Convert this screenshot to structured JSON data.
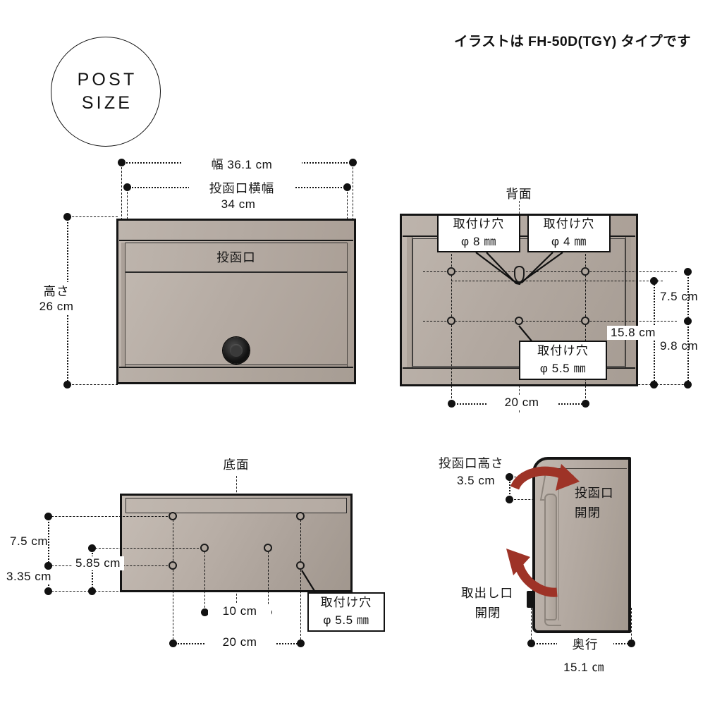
{
  "badge": {
    "line1": "POST",
    "line2": "SIZE"
  },
  "header": {
    "note": "イラストは FH-50D(TGY) タイプです"
  },
  "front_view": {
    "width_label": "幅 36.1 cm",
    "slot_width_label": "投函口横幅",
    "slot_width_value": "34 cm",
    "height_label_1": "高さ",
    "height_label_2": "26 cm",
    "slot_name": "投函口"
  },
  "back_view": {
    "title": "背面",
    "callout_8mm_l1": "取付け穴",
    "callout_8mm_l2": "φ 8 ㎜",
    "callout_4mm_l1": "取付け穴",
    "callout_4mm_l2": "φ 4 ㎜",
    "callout_55mm_l1": "取付け穴",
    "callout_55mm_l2": "φ 5.5 ㎜",
    "dim_75": "7.5 cm",
    "dim_158": "15.8 cm",
    "dim_98": "9.8 cm",
    "dim_20": "20 cm"
  },
  "bottom_view": {
    "title": "底面",
    "dim_75": "7.5 cm",
    "dim_585": "5.85 cm",
    "dim_335": "3.35 cm",
    "dim_10": "10 cm",
    "dim_20": "20 cm",
    "callout_l1": "取付け穴",
    "callout_l2": "φ 5.5 ㎜"
  },
  "side_view": {
    "slot_height_label": "投函口高さ",
    "slot_height_value": "3.5 cm",
    "slot_action_l1": "投函口",
    "slot_action_l2": "開閉",
    "outlet_action_l1": "取出し口",
    "outlet_action_l2": "開閉",
    "depth_label": "奥行",
    "depth_value": "15.1 ㎝"
  },
  "colors": {
    "ink": "#111111",
    "body_light": "#c3bab2",
    "body_mid": "#b4aaa2",
    "body_dark": "#a2988f",
    "arrow_red": "#9e3327",
    "page_bg": "#ffffff"
  }
}
